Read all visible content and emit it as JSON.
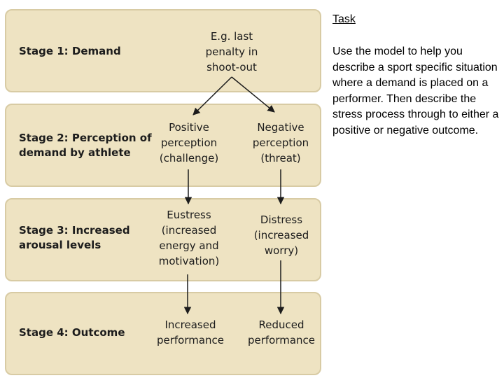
{
  "stages": [
    {
      "label": "Stage 1: Demand",
      "boxes": [
        "E.g. last\npenalty in\nshoot-out"
      ]
    },
    {
      "label": "Stage 2: Perception of\ndemand by athlete",
      "boxes": [
        "Positive\nperception\n(challenge)",
        "Negative\nperception\n(threat)"
      ]
    },
    {
      "label": "Stage 3: Increased\narousal levels",
      "boxes": [
        "Eustress\n(increased\nenergy and\nmotivation)",
        "Distress\n(increased\nworry)"
      ]
    },
    {
      "label": "Stage 4: Outcome",
      "boxes": [
        "Increased\nperformance",
        "Reduced\nperformance"
      ]
    }
  ],
  "task": {
    "title": "Task",
    "body": "Use the model to help you describe a sport specific situation where a demand is placed on a performer. Then describe the stress process through to either a positive or negative outcome."
  },
  "colors": {
    "stage_fill": "#eee3c2",
    "stage_border": "#d8cba4",
    "arrow": "#1c1c1c"
  }
}
